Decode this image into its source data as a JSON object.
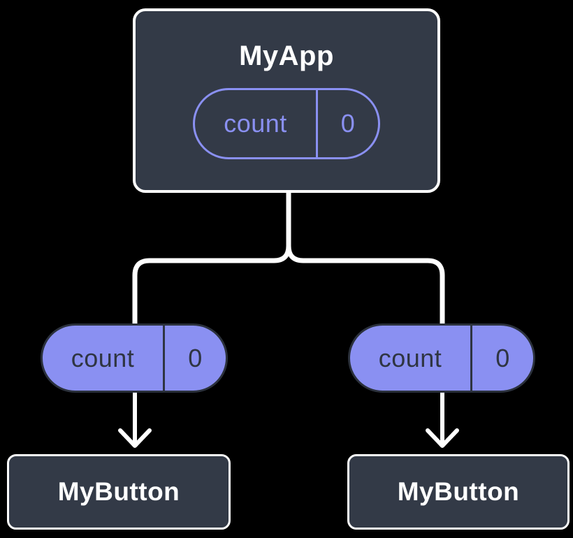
{
  "colors": {
    "canvas": "#000000",
    "nodeFill": "#333A47",
    "nodeBorder": "#FFFFFF",
    "nodeText": "#FFFFFF",
    "accentPurple": "#8A90F2",
    "pillDarkText": "#2F3542",
    "pillDarkBorder": "#2B313C",
    "line": "#FFFFFF"
  },
  "diagram": {
    "root": {
      "title": "MyApp",
      "state": {
        "name": "count",
        "value": "0"
      }
    },
    "props": [
      {
        "name": "count",
        "value": "0"
      },
      {
        "name": "count",
        "value": "0"
      }
    ],
    "children": [
      {
        "label": "MyButton"
      },
      {
        "label": "MyButton"
      }
    ]
  }
}
